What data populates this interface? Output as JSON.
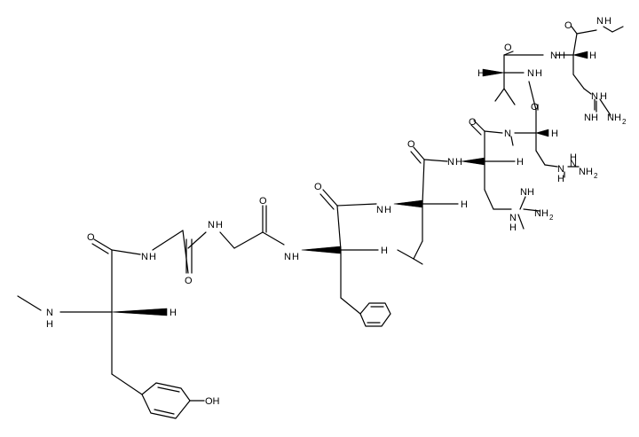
{
  "atoms": {
    "o_tyr_co": "O",
    "nh_gly1": "N",
    "h_gly1": "H",
    "o_gly1": "O",
    "nh_gly2": "N",
    "h_gly2": "H",
    "o_gly2": "O",
    "nh_phe": "N",
    "h_phe": "H",
    "h_phe_ca": "H",
    "o_phe": "O",
    "nh_leu": "N",
    "h_leu": "H",
    "h_leu_ca": "H",
    "o_leu": "O",
    "nh_arg1": "N",
    "h_arg1": "H",
    "h_arg1_ca": "H",
    "arg1_n": "N",
    "arg1_h": "H",
    "arg1_nh": "NH",
    "arg1_nh2": "NH",
    "arg1_nh2_sub": "2",
    "o_arg1": "O",
    "n_me": "N",
    "h_arg2_ca": "H",
    "arg2_n1": "N",
    "arg2_h1": "H",
    "arg2_n2": "N",
    "arg2_h2": "H",
    "arg2_nh2": "NH",
    "arg2_nh2_sub": "2",
    "o_arg2": "O",
    "nh_ile": "N",
    "h_ile": "H",
    "h_ile_ca": "H",
    "o_ile": "O",
    "nh_arg3": "N",
    "h_arg3": "H",
    "h_arg3_ca": "H",
    "arg3_n": "N",
    "arg3_h": "H",
    "arg3_nh": "NH",
    "arg3_nh2": "NH",
    "arg3_nh2_sub": "2",
    "o_arg3": "O",
    "nh_ethyl": "N",
    "h_ethyl": "H",
    "n_tyr_me": "N",
    "h_tyr_me": "H",
    "h_tyr_ca": "H",
    "oh_tyr": "OH"
  }
}
